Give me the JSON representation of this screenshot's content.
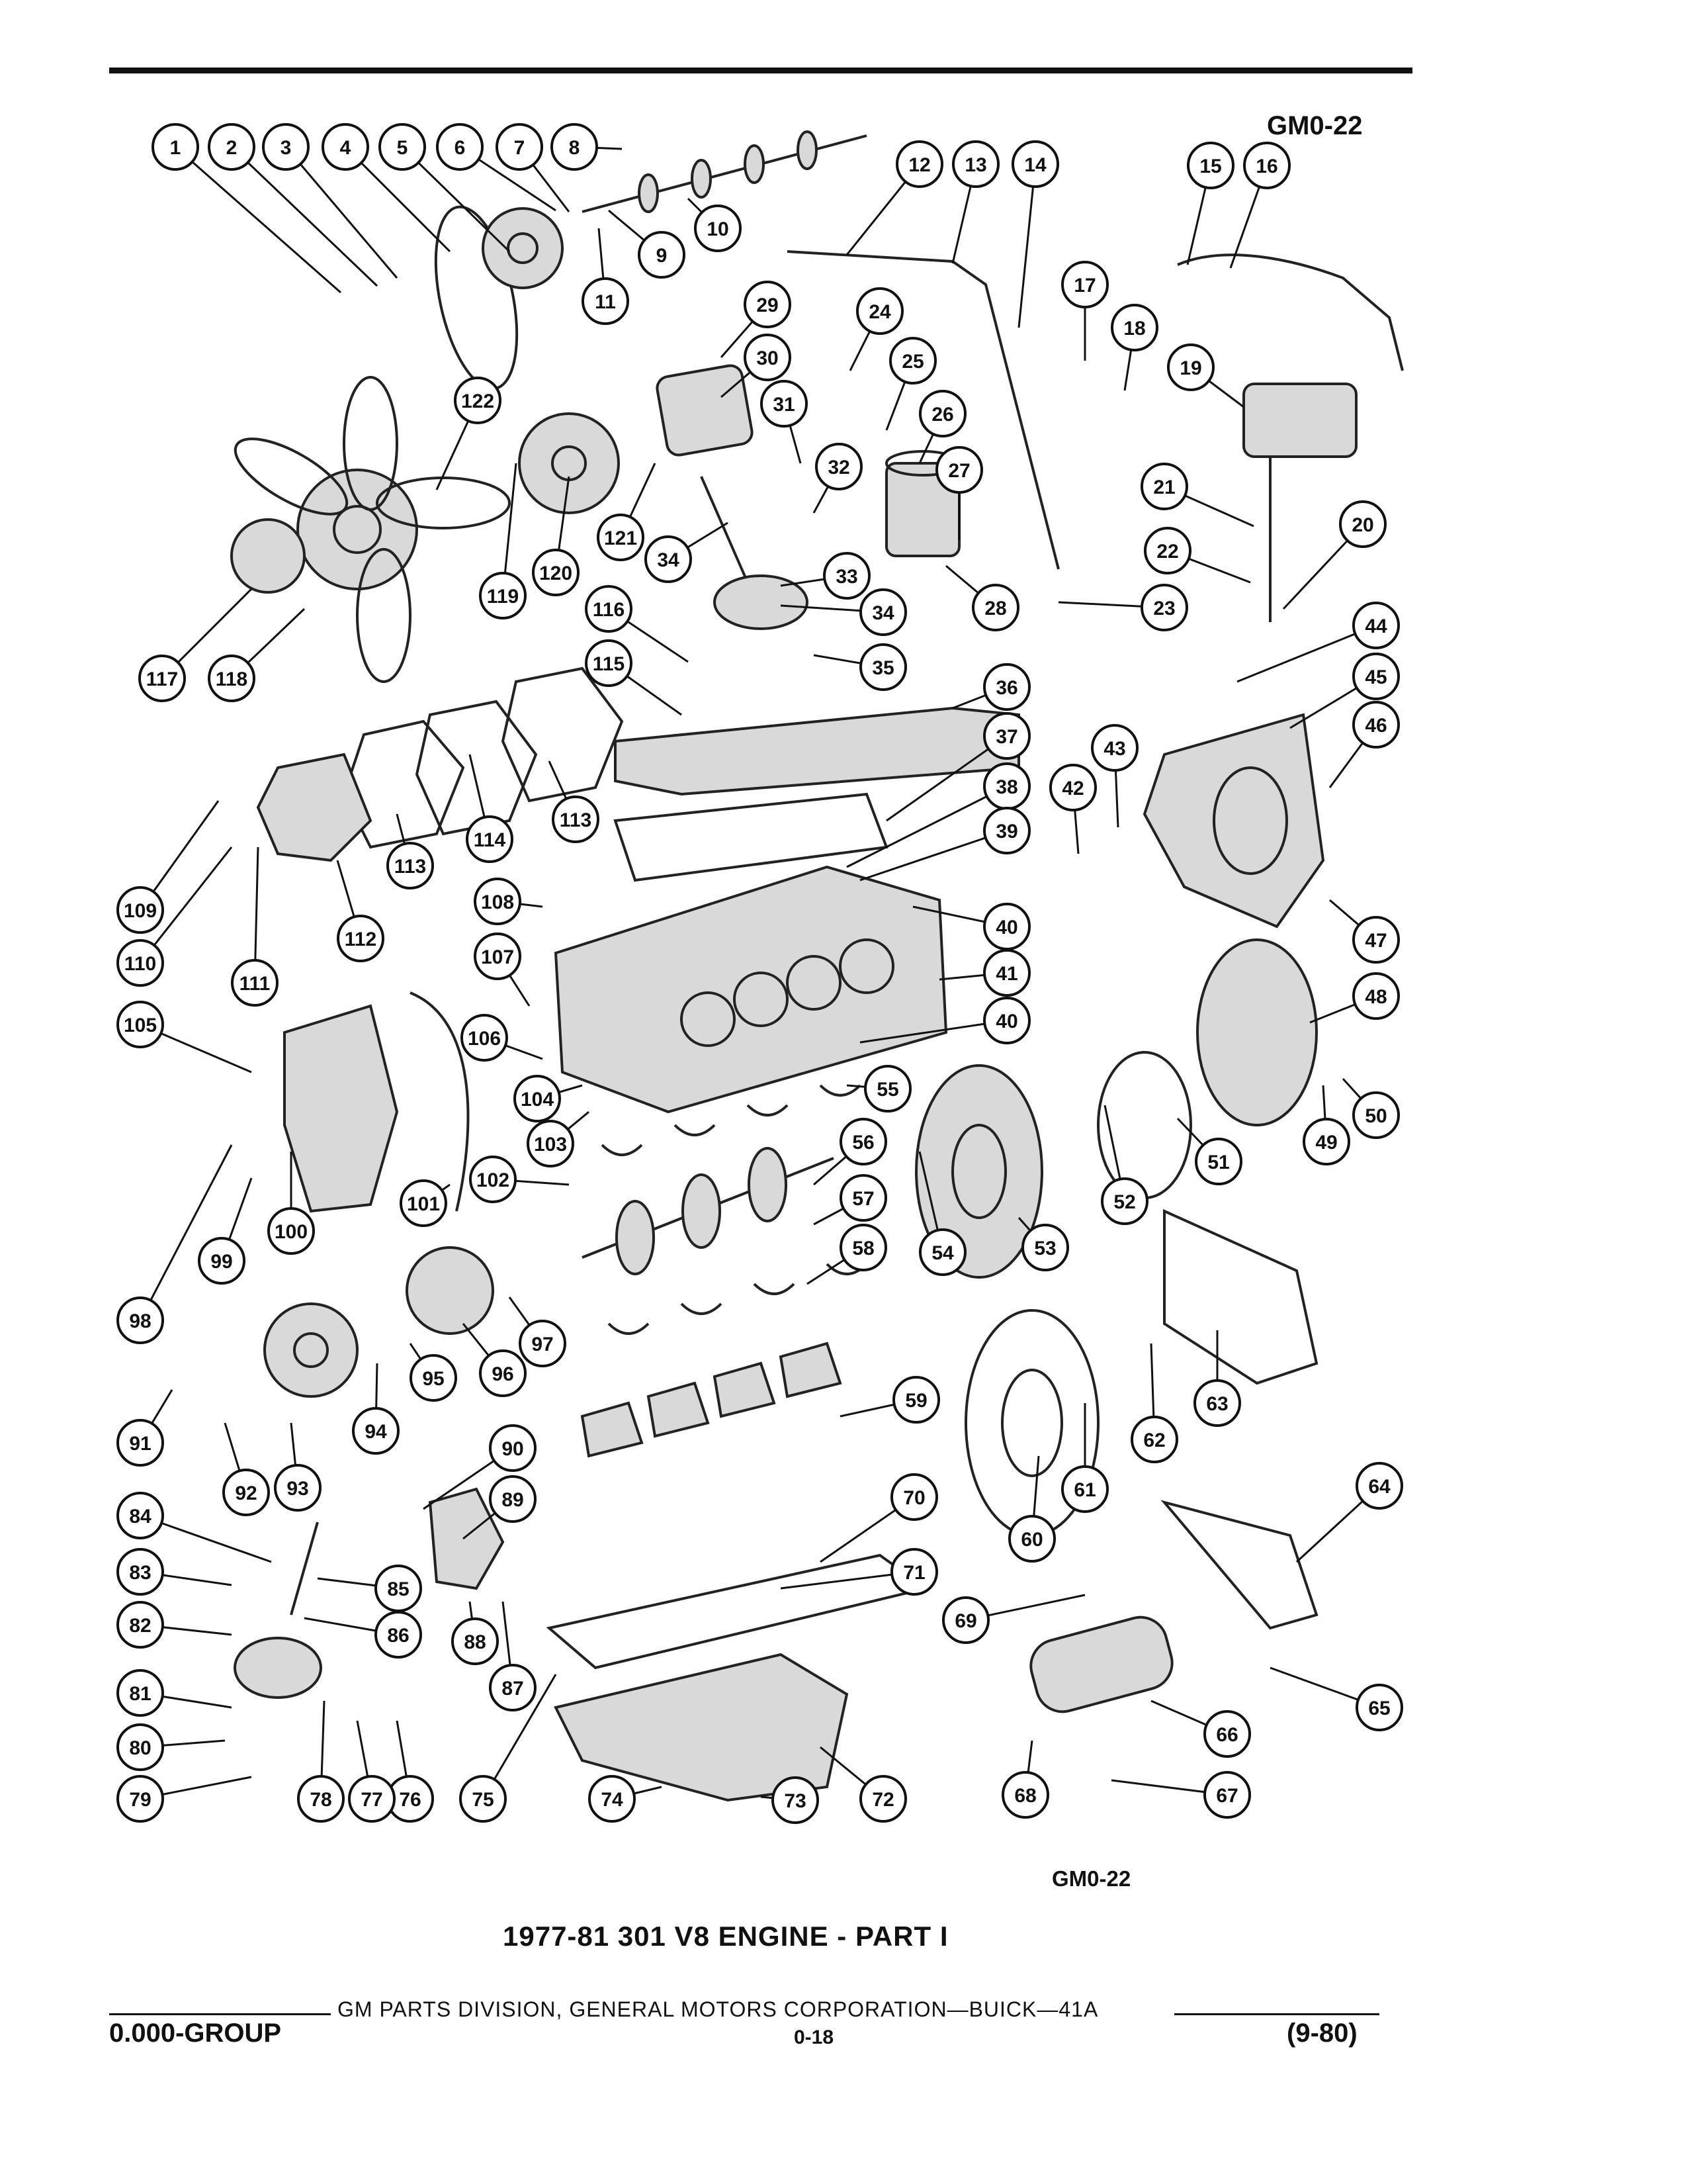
{
  "page": {
    "code_top": "GM0-22",
    "code_bottom": "GM0-22",
    "title": "1977-81 301 V8 ENGINE - PART I",
    "footer_division": "GM PARTS DIVISION, GENERAL MOTORS CORPORATION—BUICK—41A",
    "footer_group": "0.000-GROUP",
    "footer_page": "0-18",
    "footer_date": "(9-80)"
  },
  "callouts": [
    "1",
    "2",
    "3",
    "4",
    "5",
    "6",
    "7",
    "8",
    "9",
    "10",
    "11",
    "12",
    "13",
    "14",
    "15",
    "16",
    "17",
    "18",
    "19",
    "20",
    "21",
    "22",
    "23",
    "24",
    "25",
    "26",
    "27",
    "28",
    "29",
    "30",
    "31",
    "32",
    "33",
    "34",
    "34",
    "35",
    "36",
    "37",
    "38",
    "39",
    "40",
    "40",
    "41",
    "42",
    "43",
    "44",
    "45",
    "46",
    "47",
    "48",
    "49",
    "50",
    "51",
    "52",
    "53",
    "54",
    "55",
    "56",
    "57",
    "58",
    "59",
    "60",
    "61",
    "62",
    "63",
    "64",
    "65",
    "66",
    "67",
    "68",
    "69",
    "70",
    "71",
    "72",
    "73",
    "74",
    "75",
    "76",
    "77",
    "78",
    "79",
    "80",
    "81",
    "82",
    "83",
    "84",
    "85",
    "86",
    "87",
    "88",
    "89",
    "90",
    "91",
    "92",
    "93",
    "94",
    "95",
    "96",
    "97",
    "98",
    "99",
    "100",
    "101",
    "102",
    "103",
    "104",
    "105",
    "106",
    "107",
    "108",
    "109",
    "110",
    "111",
    "112",
    "113",
    "113",
    "114",
    "115",
    "116",
    "117",
    "118",
    "119",
    "120",
    "121",
    "122"
  ]
}
